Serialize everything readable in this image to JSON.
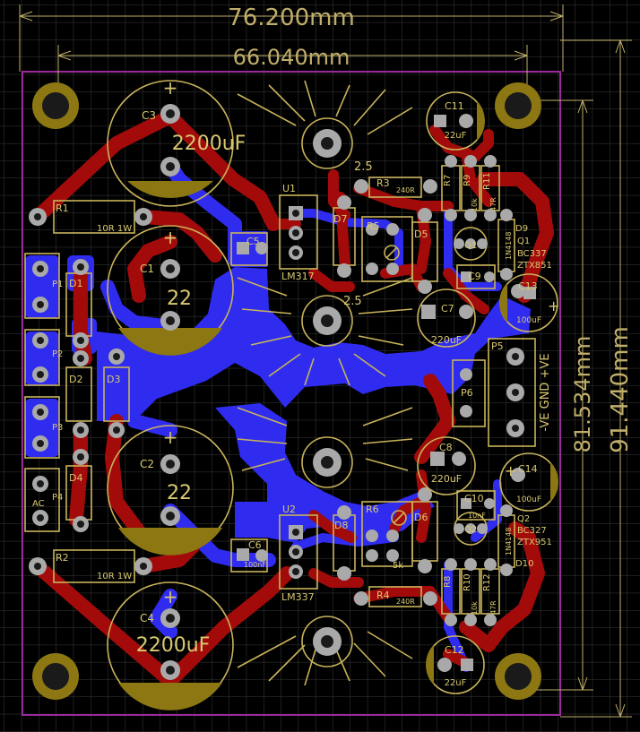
{
  "dimensions": {
    "width_total": "76.200mm",
    "width_board": "66.040mm",
    "height_total": "91.440mm",
    "height_board": "81.534mm"
  },
  "capacitors": {
    "c1": {
      "ref": "C1",
      "value": "22"
    },
    "c2": {
      "ref": "C2",
      "value": "22"
    },
    "c3": {
      "ref": "C3",
      "value": "2200uF"
    },
    "c4": {
      "ref": "C4",
      "value": "2200uF"
    },
    "c5": {
      "ref": "C5",
      "value": ""
    },
    "c6": {
      "ref": "C6",
      "value": "100nF"
    },
    "c7": {
      "ref": "C7",
      "value": "220uF"
    },
    "c8": {
      "ref": "C8",
      "value": "220uF"
    },
    "c9": {
      "ref": "C9",
      "value": ""
    },
    "c10": {
      "ref": "C10",
      "value": "10nF"
    },
    "c11": {
      "ref": "C11",
      "value": "22uF"
    },
    "c12": {
      "ref": "C12",
      "value": "22uF"
    },
    "c13": {
      "ref": "C13",
      "value": "100uF"
    },
    "c14": {
      "ref": "C14",
      "value": "100uF"
    }
  },
  "resistors": {
    "r1": {
      "ref": "R1",
      "value": "10R 1W"
    },
    "r2": {
      "ref": "R2",
      "value": "10R 1W"
    },
    "r3": {
      "ref": "R3",
      "value": "240R"
    },
    "r4": {
      "ref": "R4",
      "value": "240R"
    },
    "r5": {
      "ref": "R5",
      "value": ""
    },
    "r6": {
      "ref": "R6",
      "value": "5k"
    },
    "r7": {
      "ref": "R7"
    },
    "r8": {
      "ref": "R8"
    },
    "r9": {
      "ref": "R9",
      "value": "10k"
    },
    "r10": {
      "ref": "R10",
      "value": "10k"
    },
    "r11": {
      "ref": "R11",
      "value": "47R"
    },
    "r12": {
      "ref": "R12",
      "value": "47R"
    }
  },
  "regulators": {
    "u1": {
      "ref": "U1",
      "part": "LM317"
    },
    "u2": {
      "ref": "U2",
      "part": "LM337"
    }
  },
  "transistors": {
    "q1": {
      "ref": "Q1",
      "part1": "BC337",
      "part2": "ZTX851"
    },
    "q2": {
      "ref": "Q2",
      "part1": "BC327",
      "part2": "ZTX951"
    }
  },
  "diodes": {
    "d1": "D1",
    "d2": "D2",
    "d3": "D3",
    "d4": "D4",
    "d5": "D5",
    "d6": "D6",
    "d7": "D7",
    "d8": "D8",
    "d9": "D9",
    "d10": "D10",
    "d9_part": "1N4148",
    "d10_part": "1N4148"
  },
  "connectors": {
    "p1": "P1",
    "p2": "P2",
    "p3": "P3",
    "p4": "P4",
    "p4_label": "AC",
    "p5": "P5",
    "p6": "P6",
    "p5_label": "-VE GND +VE"
  },
  "heatsink_labels": {
    "top": "2.5",
    "bottom": "2.5"
  },
  "polarity": {
    "plus": "+"
  },
  "colors": {
    "background": "#000000",
    "grid": "#3a3a3a",
    "silkscreen": "#c8b35a",
    "top_copper": "#a30b0b",
    "bottom_copper": "#2f2cf0",
    "board_outline": "#9a2a9a",
    "pad": "#a9a9a9",
    "mount_ring": "#8c7712"
  }
}
